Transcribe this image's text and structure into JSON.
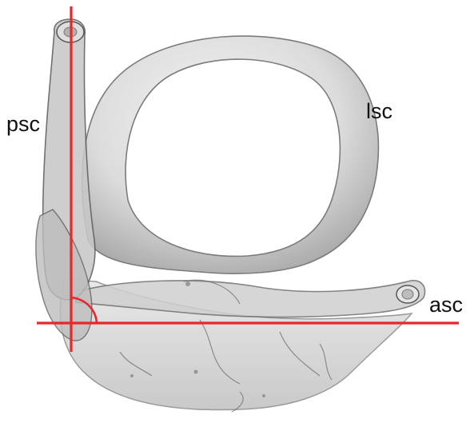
{
  "labels": {
    "psc": "psc",
    "lsc": "lsc",
    "asc": "asc"
  },
  "colors": {
    "axis": "#e8262b",
    "bone_fill": "#d4d4d4",
    "bone_light": "#eeeeee",
    "bone_edge": "#6e6e6e",
    "translucent": "#9a9a9a"
  },
  "icons": {
    "model": "inner-ear-bony-labyrinth-3d-render"
  }
}
